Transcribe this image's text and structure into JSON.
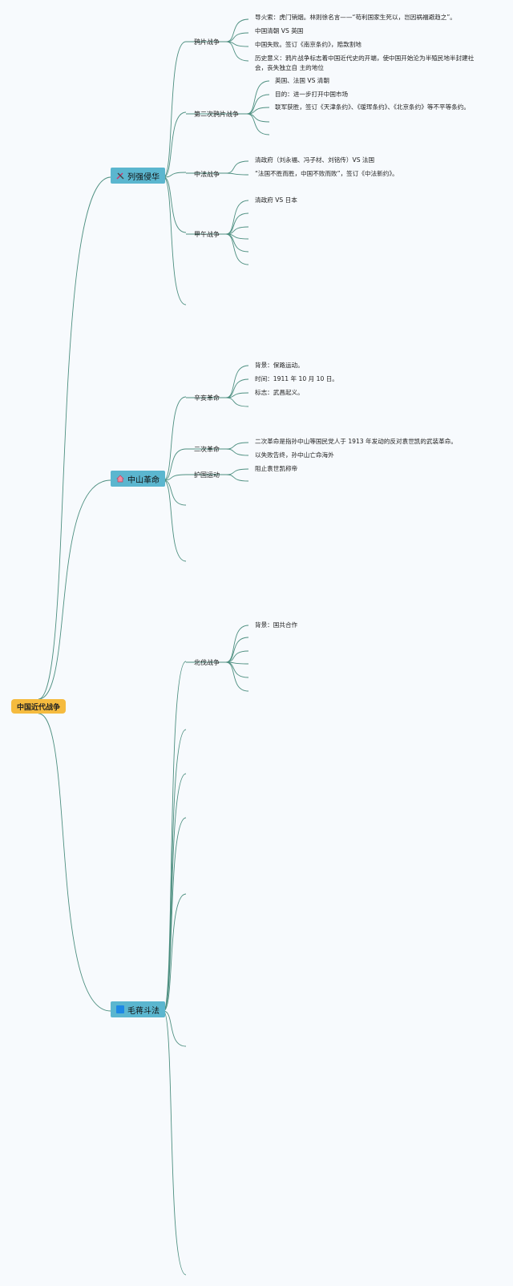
{
  "root": {
    "label": "中国近代战争"
  },
  "branches": [
    {
      "label": "列强侵华",
      "icon": "crossed-swords-icon",
      "topics": [
        {
          "label": "鸦片战争",
          "leaves": [
            "导火索：虎门销烟。林则徐名言——“苟利国家生死以，岂因祸福避趋之”。",
            "中国清朝 VS 英国",
            "中国失败。签订《南京条约》，赔款割地",
            "历史意义：鸦片战争标志着中国近代史的开端，使中国开始沦为半殖民地半封建社会，丧失独立自 主的地位"
          ]
        },
        {
          "label": "第二次鸦片战争",
          "leaves": [
            "英国、法国 VS 清朝",
            "目的：进一步打开中国市场",
            "联军获胜，签订《天津条约》、《瑷珲条约》、《北京条约》等不平等条约。"
          ]
        },
        {
          "label": "中法战争",
          "leaves": [
            "清政府（刘永福、冯子材、刘铭传）VS 法国",
            "“法国不胜而胜，中国不败而败”，签订《中法新约》。"
          ]
        },
        {
          "label": "甲午战争",
          "leaves": [
            "清政府 VS 日本"
          ]
        }
      ]
    },
    {
      "label": "中山革命",
      "icon": "house-icon",
      "topics": [
        {
          "label": "辛亥革命",
          "leaves": [
            "背景：保路运动。",
            "时间：1911 年 10 月 10 日。",
            "标志：武昌起义。"
          ]
        },
        {
          "label": "二次革命",
          "leaves": [
            "二次革命是指孙中山等国民党人于 1913 年发动的反对袁世凯的武装革命。",
            "以失败告终，孙中山亡命海外"
          ]
        },
        {
          "label": "护国运动",
          "leaves": [
            "阻止袁世凯称帝"
          ]
        }
      ]
    },
    {
      "label": "毛蒋斗法",
      "icon": "blue-square-icon",
      "topics": [
        {
          "label": "北伐战争",
          "leaves": [
            "背景：国共合作"
          ]
        }
      ]
    }
  ],
  "colors": {
    "line": "#4d8f80",
    "root_fill": "#f5bb3f",
    "branch_fill": "#5bb6cf",
    "background": "#f7fafd"
  }
}
